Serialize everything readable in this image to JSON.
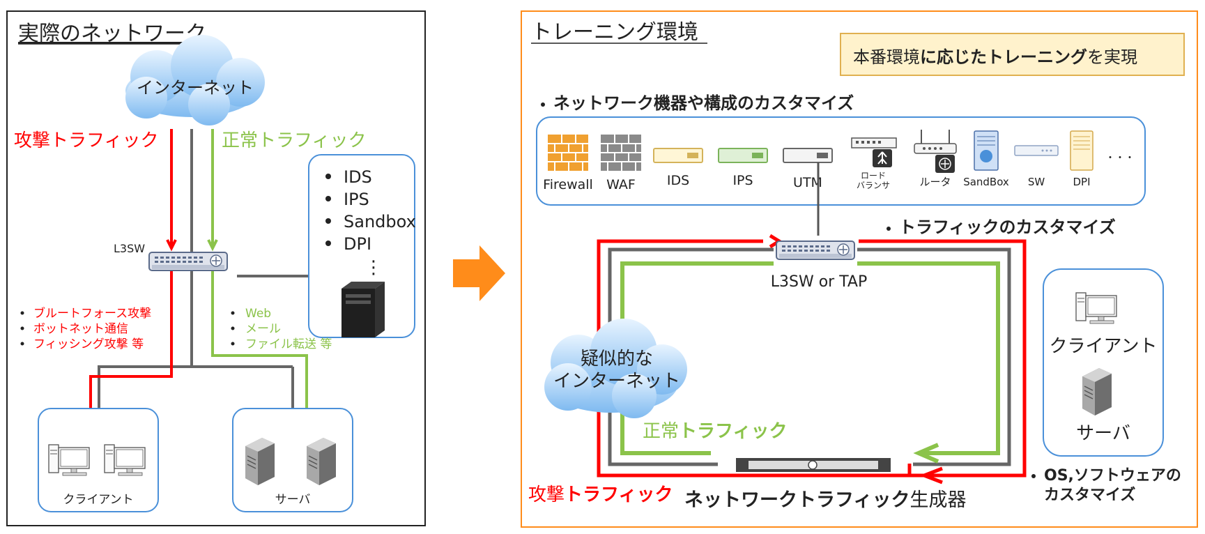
{
  "left_panel": {
    "title": "実際のネットワーク",
    "cloud_label": "インターネット",
    "attack_label": "攻撃トラフィック",
    "normal_label": "正常トラフィック",
    "switch_label": "L3SW",
    "security_list": [
      "IDS",
      "IPS",
      "Sandbox",
      "DPI"
    ],
    "security_more": "⋮",
    "attack_items": [
      "ブルートフォース攻撃",
      "ボットネット通信",
      "フィッシング攻撃 等"
    ],
    "normal_items": [
      "Web",
      "メール",
      "ファイル転送 等"
    ],
    "clients_label": "クライアント",
    "servers_label": "サーバ"
  },
  "right_panel": {
    "title": "トレーニング環境",
    "banner_parts": [
      "本番環境",
      "に応じたトレーニング",
      "を",
      "実現"
    ],
    "device_section_title": "ネットワーク機器や構成のカスタマイズ",
    "devices": [
      "Firewall",
      "WAF",
      "IDS",
      "IPS",
      "UTM",
      "ロード",
      "バランサ",
      "ルータ",
      "SandBox",
      "SW",
      "DPI"
    ],
    "devices_more": "・・・",
    "traffic_custom": "トラフィックのカスタマイズ",
    "switch_label": "L3SW or TAP",
    "pseudo_internet": [
      "疑似的な",
      "インターネット"
    ],
    "normal_parts": [
      "正常",
      "トラフィック"
    ],
    "attack_parts": [
      "攻撃",
      "トラフィック"
    ],
    "generator_parts": [
      "ネットワークトラフィック",
      "生成器"
    ],
    "os_custom": [
      "OS,ソフトウェアの",
      "カスタマイズ"
    ],
    "clients_label": "クライアント",
    "servers_label": "サーバ"
  },
  "colors": {
    "attack": "#ff0000",
    "normal": "#8bc34a",
    "orange": "#ff8c1a",
    "box_blue": "#4a90d9",
    "banner_bg": "#fff2cc",
    "gray_line": "#555555"
  }
}
